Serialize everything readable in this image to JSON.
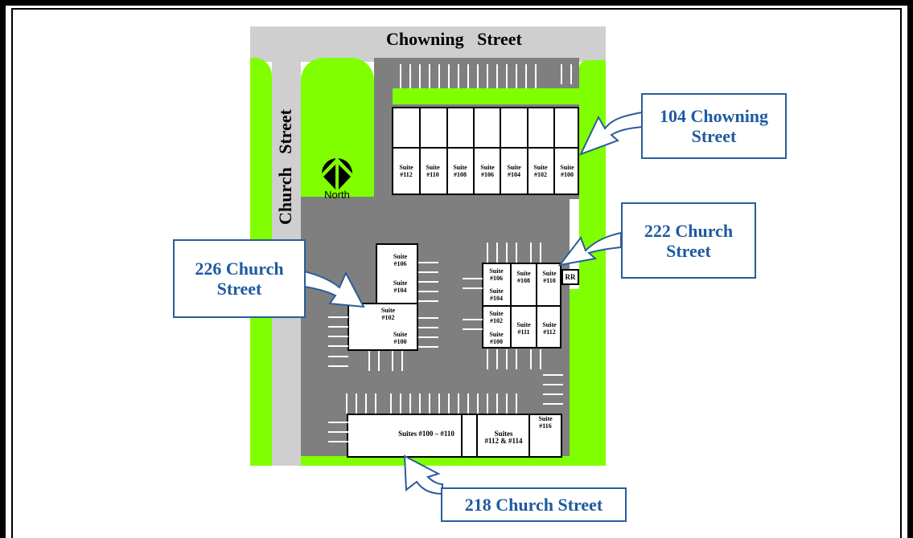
{
  "map": {
    "streets": {
      "top": "Chowning   Street",
      "left": "Church   Street"
    },
    "north_arrow": {
      "icon": "north-arrow-icon",
      "label": "North"
    },
    "buildings": {
      "chowning_104": {
        "suites": [
          "Suite #112",
          "Suite #110",
          "Suite #108",
          "Suite #106",
          "Suite #104",
          "Suite #102",
          "Suite #100"
        ]
      },
      "church_226": {
        "suites": [
          "Suite #106",
          "Suite #104",
          "Suite #102",
          "Suite #100"
        ]
      },
      "church_222": {
        "suites": [
          "Suite #106",
          "Suite #108",
          "Suite #110",
          "Suite #104",
          "Suite #102",
          "Suite #111",
          "Suite #112",
          "Suite #100"
        ],
        "restroom": "RR"
      },
      "church_218": {
        "suites": [
          "Suites #100 – #110",
          "Suites #112 & #114",
          "Suite #116"
        ]
      }
    },
    "callouts": [
      {
        "line1": "104 Chowning",
        "line2": "Street"
      },
      {
        "line1": "222 Church",
        "line2": "Street"
      },
      {
        "line1": "226 Church",
        "line2": "Street"
      },
      {
        "line1": "218 Church Street",
        "line2": ""
      }
    ],
    "colors": {
      "grass": "#80ff00",
      "road": "#cfcfcf",
      "parking_lot": "#7f7f7f",
      "callout_text": "#1f5aa0",
      "callout_border": "#2a5d9a"
    }
  }
}
